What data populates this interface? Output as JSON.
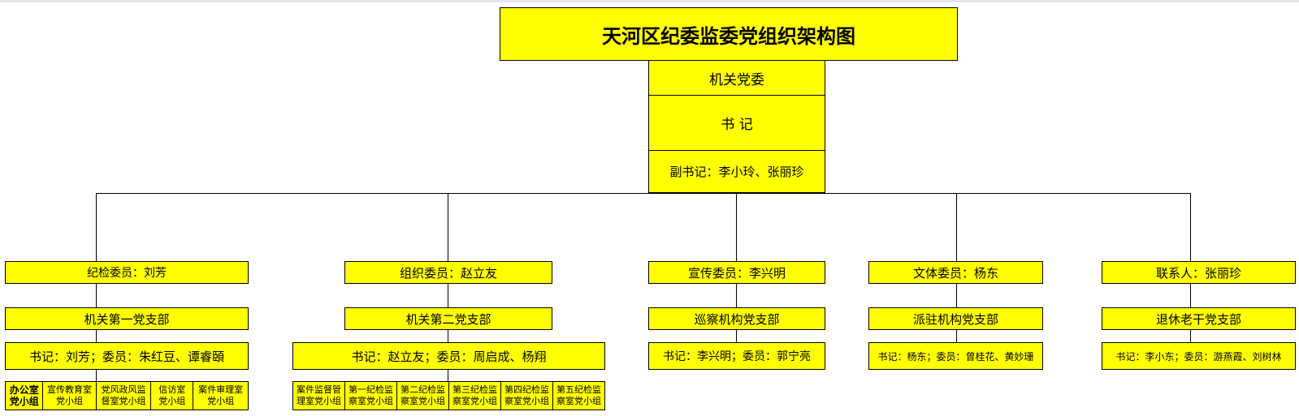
{
  "title": "天河区纪委监委党组织架构图",
  "top": {
    "org": "机关党委",
    "secretary": "书 记",
    "deputy": "副书记：李小玲、张丽珍"
  },
  "columns": [
    {
      "member": "纪检委员：刘芳",
      "branch": "机关第一党支部",
      "committee": "书记：刘芳；委员：朱红豆、谭睿頣",
      "groups": [
        "办公室\n党小组",
        "宣传教育室\n党小组",
        "党风政风监\n督室党小组",
        "信访室\n党小组",
        "案件审理室\n党小组"
      ]
    },
    {
      "member": "组织委员：赵立友",
      "branch": "机关第二党支部",
      "committee": "书记：赵立友；委员：周启成、杨翔",
      "groups": [
        "案件监督管\n理室党小组",
        "第一纪检监\n察室党小组",
        "第二纪检监\n察室党小组",
        "第三纪检监\n察室党小组",
        "第四纪检监\n察室党小组",
        "第五纪检监\n察室党小组"
      ]
    },
    {
      "member": "宣传委员：李兴明",
      "branch": "巡察机构党支部",
      "committee": "书记：李兴明；委员：郭宁亮"
    },
    {
      "member": "文体委员：杨东",
      "branch": "派驻机构党支部",
      "committee": "书记：杨东；委员：曾桂花、黄妙珊"
    },
    {
      "member": "联系人：张丽珍",
      "branch": "退休老干党支部",
      "committee": "书记：李小东；委员：游燕霞、刘树林"
    }
  ]
}
